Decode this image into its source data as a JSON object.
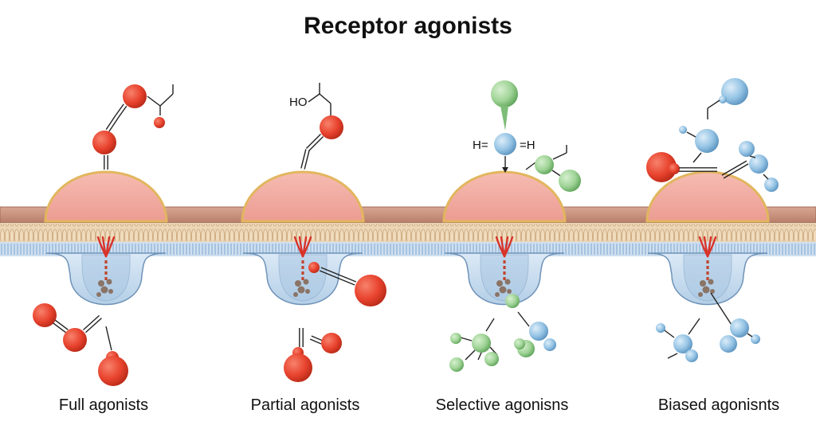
{
  "title": "Receptor agonists",
  "panels": [
    {
      "caption": "Full agonists",
      "ligand_color": "#e8432e",
      "chem_label": ""
    },
    {
      "caption": "Partial agonists",
      "ligand_color": "#e8432e",
      "chem_label": "HO"
    },
    {
      "caption": "Selective agonisns",
      "ligand_color": "#8cc98a",
      "chem_label": "H=  =H"
    },
    {
      "caption": "Biased agonisnts",
      "ligand_color": "#8fbfe0",
      "chem_label": ""
    }
  ],
  "colors": {
    "membrane_top": "#c9917d",
    "bilayer": "#ead2b0",
    "bilayer_inner": "#9cc0de",
    "receptor_dome": "#f1a8a0",
    "dome_rim": "#e7c06a",
    "vesicle": "#c7dcef",
    "red": "#e8432e",
    "green": "#8cc98a",
    "blue": "#8fbfe0"
  },
  "icons": [
    "receptor-dome",
    "vesicle-pocket",
    "signal-burst",
    "ligand-molecule"
  ]
}
